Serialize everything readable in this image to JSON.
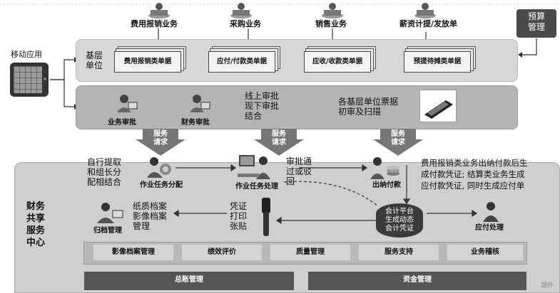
{
  "top_roles": {
    "expense": "费用报销业务",
    "purchase": "采购业务",
    "sales": "销售业务",
    "salary": "薪资计提/发放单"
  },
  "budget_box": "预算\n管理",
  "mobile_label": "移动应用",
  "grassroots": {
    "label": "基层\n单位",
    "docs": [
      "费用报销类单据",
      "应付/付款类单据",
      "应收/收款类单据",
      "预提待摊类单据"
    ]
  },
  "approval": {
    "business_approval": "业务审批",
    "finance_approval": "财务审批",
    "online_offline": "线上审批\n现下审批\n结合",
    "scan_text": "各基层单位票据\n初审及扫描"
  },
  "service_request": "服务\n请求",
  "ssc": {
    "side_label": "财务\n共享\n服务\n中心",
    "self_pick": "自行提取\n和组长分\n配相结合",
    "task_assign": "作业任务分配",
    "task_process": "作业任务处理",
    "approve_or_reject": "审批通\n过或驳\n回",
    "cashier": "出纳付款",
    "payment_text": "费用报销类业务出纳付款后生\n成付款凭证; 结算类业务生成\n应付款凭证, 同时生成应付单",
    "archive_manage": "归档管理",
    "paper_archive": "纸质档案\n影像档案\n管理",
    "print_voucher": "凭证\n打印\n张贴",
    "accounting_platform": "会计平台\n生成动态\n会计凭证",
    "payable_process": "应付处理",
    "services": [
      "影像档案管理",
      "绩效评价",
      "质量管理",
      "服务支持",
      "业务稽核"
    ],
    "bottom": [
      "总账管理",
      "资金管理"
    ]
  },
  "watermark": "湖外"
}
